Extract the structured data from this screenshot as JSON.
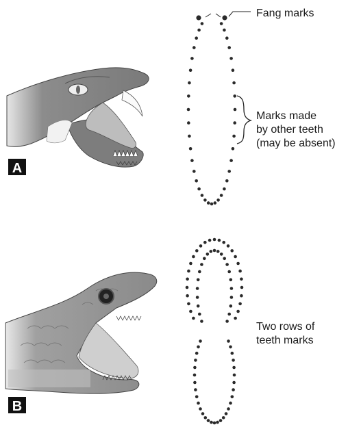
{
  "panel_a": {
    "badge": "A",
    "fang_label": "Fang marks",
    "teeth_label": [
      "Marks made",
      "by other teeth",
      "(may be absent)"
    ]
  },
  "panel_b": {
    "badge": "B",
    "rows_label": [
      "Two rows of",
      "teeth marks"
    ]
  },
  "colors": {
    "snake_a_skin": "#8a8a8a",
    "snake_b_skin": "#9a9a9a",
    "dots": "#2a2a2a",
    "badge_bg": "#111111"
  }
}
